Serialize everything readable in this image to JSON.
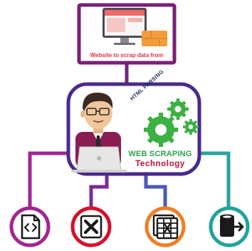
{
  "website_box": {
    "label": "Website to scrap data from"
  },
  "center_box": {
    "tag": "HTML PARSING",
    "title": "WEB SCRAPING",
    "subtitle": "Technology"
  },
  "outputs": [
    {
      "icon": "code-file-icon",
      "color": "#a2258f"
    },
    {
      "icon": "excel-file-icon",
      "color": "#d5102a"
    },
    {
      "icon": "spreadsheet-icon",
      "color": "#f07d22"
    },
    {
      "icon": "database-export-icon",
      "color": "#1fa39a"
    }
  ],
  "colors": {
    "frame": "#7a1f76",
    "connector_purple": "#5f2d8c",
    "center_border": "#4a2a8c",
    "gear": "#3cb043",
    "monitor": "#f0696b",
    "laptop": "#e6e6e6"
  }
}
